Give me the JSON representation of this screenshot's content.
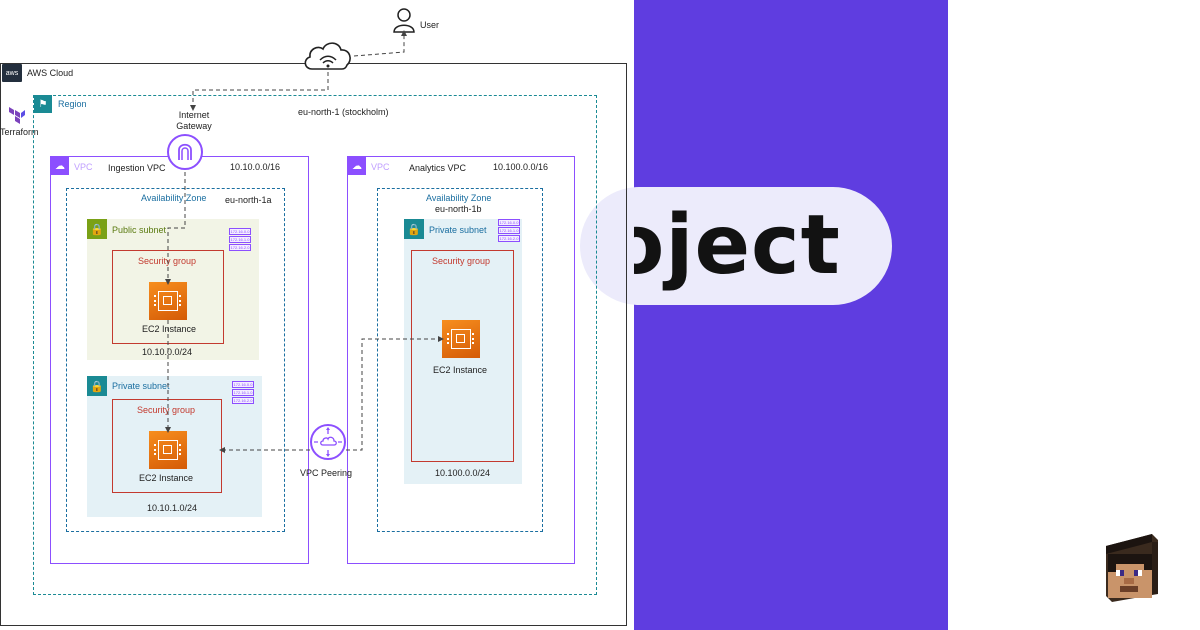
{
  "diagram": {
    "user_label": "User",
    "aws_cloud_label": "AWS Cloud",
    "aws_logo_text": "aws",
    "terraform_label": "Terraform",
    "region_label": "Region",
    "region_name": "eu-north-1 (stockholm)",
    "igw_label_line1": "Internet",
    "igw_label_line2": "Gateway",
    "vpc_tag": "VPC",
    "ingestion_vpc": {
      "name": "Ingestion VPC",
      "cidr": "10.10.0.0/16",
      "az_label": "Availability Zone",
      "az_name": "eu-north-1a",
      "public_subnet": {
        "label": "Public subnet",
        "sg_label": "Security group",
        "instance_label": "EC2 Instance",
        "cidr": "10.10.0.0/24"
      },
      "private_subnet": {
        "label": "Private subnet",
        "sg_label": "Security group",
        "instance_label": "EC2 Instance",
        "cidr": "10.10.1.0/24"
      }
    },
    "analytics_vpc": {
      "name": "Analytics VPC",
      "cidr": "10.100.0.0/16",
      "az_label": "Availability Zone",
      "az_name": "eu-north-1b",
      "private_subnet": {
        "label": "Private subnet",
        "sg_label": "Security group",
        "instance_label": "EC2 Instance",
        "cidr": "10.100.0.0/24"
      }
    },
    "peering_label": "VPC Peering",
    "route_table_rows": [
      "172.16.0.0",
      "172.16.1.0",
      "172.16.2.0"
    ]
  },
  "banner": {
    "text": "Project",
    "visible_text": "oject",
    "colors": {
      "panel": "#5f3de0",
      "pill": "#ecebfb",
      "text": "#121212"
    }
  },
  "colors": {
    "vpc": "#8c4fff",
    "region": "#1a8a94",
    "security_group": "#c33a2f",
    "ec2": "#f78e1e",
    "public_subnet": "#7aa116",
    "private_subnet": "#1a8a94"
  }
}
